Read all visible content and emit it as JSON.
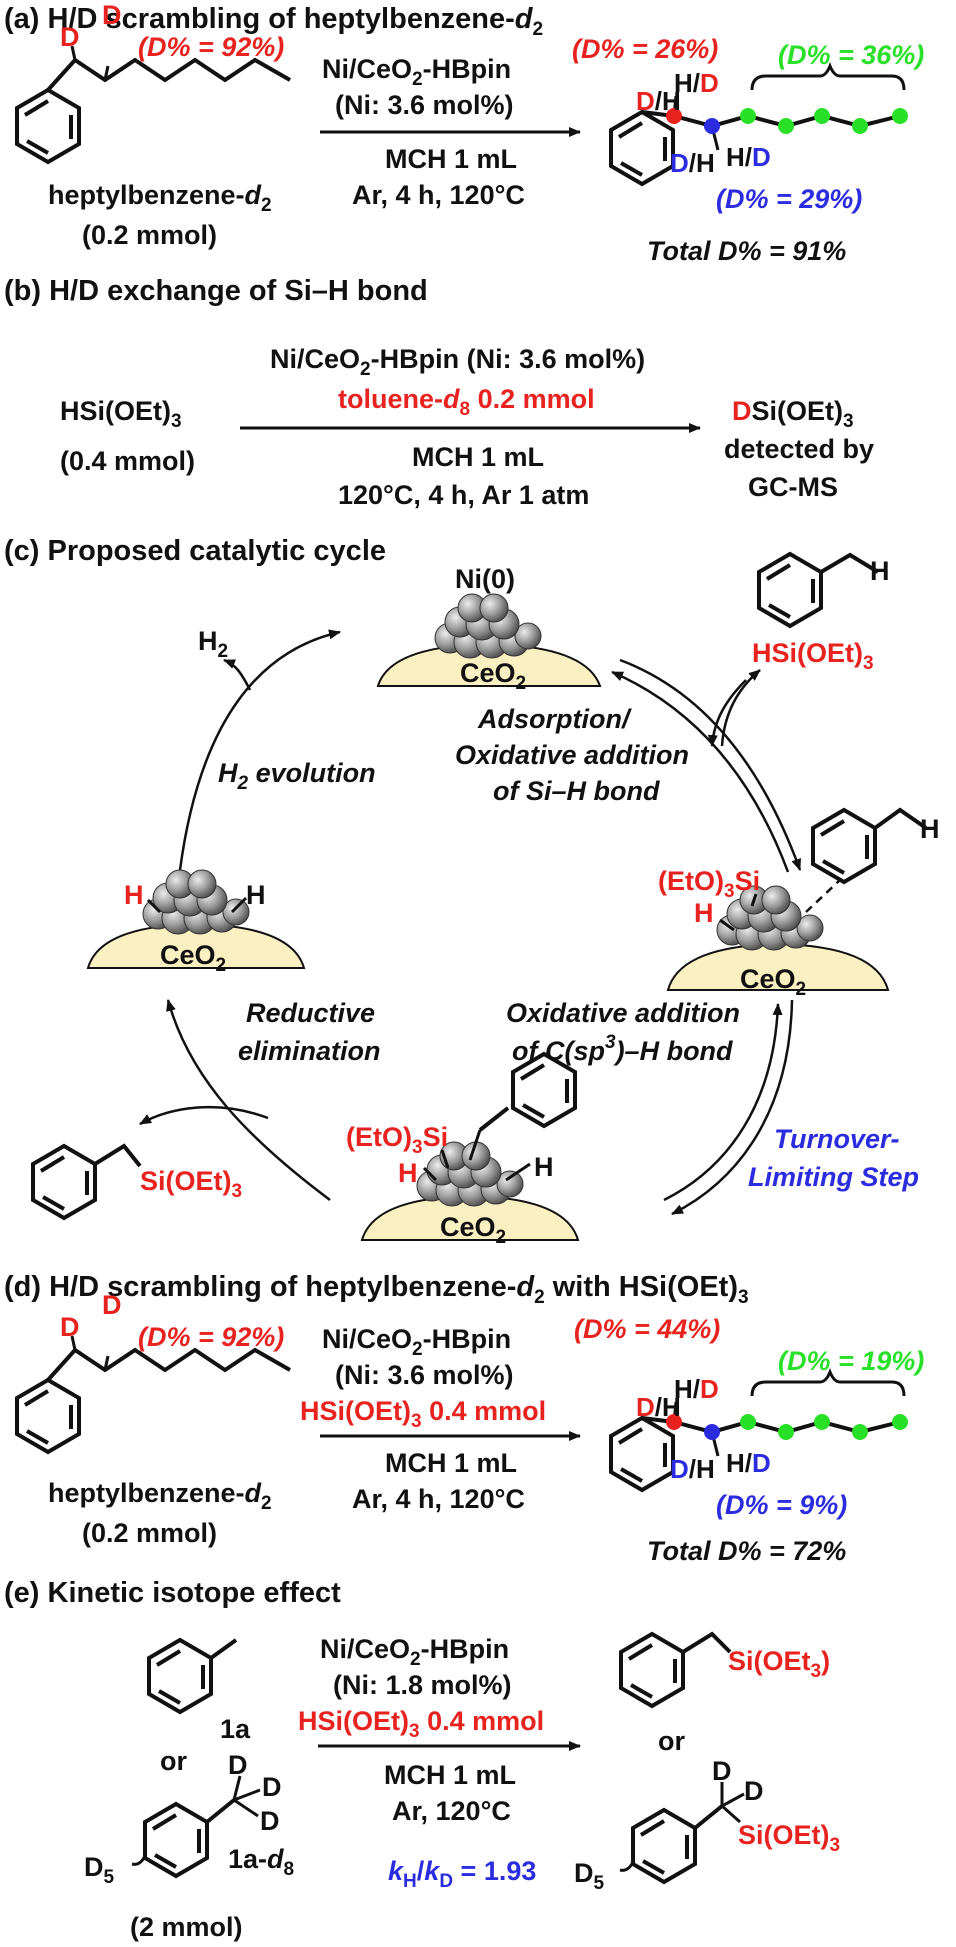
{
  "colors": {
    "red": "#e8231f",
    "blue": "#2b2be0",
    "green": "#28e028",
    "black": "#111111",
    "support": "#faf0c2",
    "nickel": "#9a9a9a"
  },
  "icons": [
    "benzene-ring-icon",
    "nickel-cluster-icon",
    "ceria-support-icon",
    "reaction-arrow-icon"
  ],
  "panel_a": {
    "title": "(a) H/D scrambling of heptylbenzene-",
    "title_d": "d",
    "title_sub": "2",
    "reactant_label": "heptylbenzene-",
    "reactant_d": "d",
    "reactant_sub": "2",
    "reactant_amount": "(0.2 mmol)",
    "d_atom": "D",
    "d_start": "(D% = 92%)",
    "cond_top_1": "Ni/CeO",
    "cond_top_1_sub": "2",
    "cond_top_1b": "-HBpin",
    "cond_top_2": "(Ni: 3.6 mol%)",
    "cond_bot_1": "MCH 1 mL",
    "cond_bot_2": "Ar, 4 h, 120°C",
    "d_benzylic": "(D% = 26%)",
    "d_chain": "(D% = 36%)",
    "d_homobenzylic": "(D% = 29%)",
    "total": "Total D% = 91%",
    "label_D": "D",
    "label_H": "H",
    "label_slash": "/"
  },
  "panel_b": {
    "title": "(b) H/D exchange of Si–H bond",
    "reactant": "HSi(OEt)",
    "reactant_sub": "3",
    "reactant_amount": "(0.4 mmol)",
    "cond_1": "Ni/CeO",
    "cond_1_sub": "2",
    "cond_1b": "-HBpin (Ni: 3.6 mol%)",
    "cond_2": "toluene-",
    "cond_2_d": "d",
    "cond_2_sub": "8",
    "cond_2b": " 0.2 mmol",
    "cond_3": "MCH 1 mL",
    "cond_4": "120°C, 4 h, Ar 1 atm",
    "product_d": "D",
    "product": "Si(OEt)",
    "product_sub": "3",
    "product_2": "detected by",
    "product_3": "GC-MS"
  },
  "panel_c": {
    "title": "(c) Proposed catalytic cycle",
    "ni0": "Ni(0)",
    "ceo2": "CeO",
    "ceo2_sub": "2",
    "h2": "H",
    "h2_sub": "2",
    "h2_evolution": "H",
    "h2_evolution_sub": "2",
    "h2_evolution_b": " evolution",
    "adsorption_1": "Adsorption/",
    "adsorption_2": "Oxidative addition",
    "adsorption_3": "of Si–H bond",
    "hsi": "HSi(OEt)",
    "hsi_sub": "3",
    "toluene_h": "H",
    "eto3si": "(EtO)",
    "eto3si_sub": "3",
    "eto3si_b": "Si",
    "h_atom": "H",
    "reductive_1": "Reductive",
    "reductive_2": "elimination",
    "oxidative_1": "Oxidative addition",
    "oxidative_2": "of C(sp",
    "oxidative_2_sup": "3",
    "oxidative_2b": ")–H bond",
    "turnover_1": "Turnover-",
    "turnover_2": "Limiting Step",
    "product_si": "Si(OEt)",
    "product_si_sub": "3"
  },
  "panel_d": {
    "title": "(d) H/D scrambling of heptylbenzene-",
    "title_d": "d",
    "title_sub": "2",
    "title_b": " with HSi(OEt)",
    "title_b_sub": "3",
    "reactant_label": "heptylbenzene-",
    "reactant_d": "d",
    "reactant_sub": "2",
    "reactant_amount": "(0.2 mmol)",
    "d_start": "(D% = 92%)",
    "cond_1": "Ni/CeO",
    "cond_1_sub": "2",
    "cond_1b": "-HBpin",
    "cond_2": "(Ni: 3.6 mol%)",
    "cond_3": "HSi(OEt)",
    "cond_3_sub": "3",
    "cond_3b": " 0.4 mmol",
    "cond_4": "MCH 1 mL",
    "cond_5": "Ar, 4 h, 120°C",
    "d_benzylic": "(D% = 44%)",
    "d_chain": "(D% = 19%)",
    "d_homobenzylic": "(D% = 9%)",
    "total": "Total D% = 72%"
  },
  "panel_e": {
    "title": "(e) Kinetic isotope effect",
    "label_1a": "1a",
    "or": "or",
    "d5": "D",
    "d5_sub": "5",
    "label_1a_d8": "1a-",
    "label_1a_d8_d": "d",
    "label_1a_d8_sub": "8",
    "amount": "(2 mmol)",
    "cond_1": "Ni/CeO",
    "cond_1_sub": "2",
    "cond_1b": "-HBpin",
    "cond_2": "(Ni: 1.8 mol%)",
    "cond_3": "HSi(OEt)",
    "cond_3_sub": "3",
    "cond_3b": " 0.4 mmol",
    "cond_4": "MCH 1 mL",
    "cond_5": "Ar, 120°C",
    "kie_k1": "k",
    "kie_h": "H",
    "kie_slash": "/",
    "kie_k2": "k",
    "kie_d": "D",
    "kie_value": " = 1.93",
    "product_1": "Si(OEt",
    "product_1_sub": "3",
    "product_1b": ")",
    "product_2": "Si(OEt)",
    "product_2_sub": "3"
  }
}
